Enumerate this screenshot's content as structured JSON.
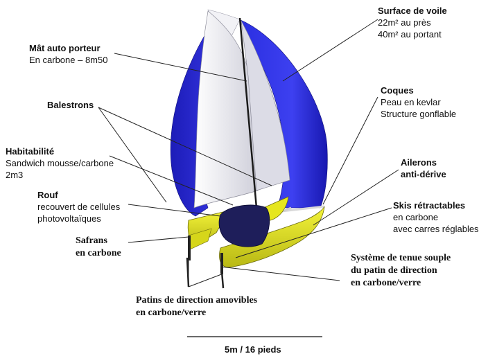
{
  "colors": {
    "spinnaker": "#2a2ee0",
    "spinnaker_dark": "#1414a8",
    "mainsail": "#e4e4ec",
    "hull": "#e6e61e",
    "hull_dark": "#8c8c10",
    "leader": "#222222"
  },
  "labels": {
    "surface": {
      "title": "Surface de voile",
      "lines": [
        "22m² au près",
        "40m² au portant"
      ]
    },
    "mat": {
      "title": "Mât auto porteur",
      "lines": [
        "En carbone – 8m50"
      ]
    },
    "coques": {
      "title": "Coques",
      "lines": [
        "Peau en kevlar",
        "Structure gonflable"
      ]
    },
    "balestrons": {
      "title": "Balestrons",
      "lines": []
    },
    "habitabilite": {
      "title": "Habitabilité",
      "lines": [
        "Sandwich mousse/carbone",
        "2m3"
      ]
    },
    "ailerons": {
      "title": "Ailerons",
      "lines": [
        "anti-dérive"
      ]
    },
    "rouf": {
      "title": "Rouf",
      "lines": [
        "recouvert de cellules",
        "photovoltaïques"
      ]
    },
    "skis": {
      "title": "Skis rétractables",
      "lines": [
        "en carbone",
        "avec carres réglables"
      ]
    },
    "safrans": {
      "title": "Safrans",
      "lines": [
        "en carbone"
      ]
    },
    "systeme": {
      "title": "Système de tenue souple",
      "lines": [
        "du patin de direction",
        "en carbone/verre"
      ]
    },
    "patins": {
      "title": "Patins de direction amovibles",
      "lines": [
        "en carbone/verre"
      ]
    }
  },
  "scale": {
    "label": "5m / 16 pieds"
  }
}
